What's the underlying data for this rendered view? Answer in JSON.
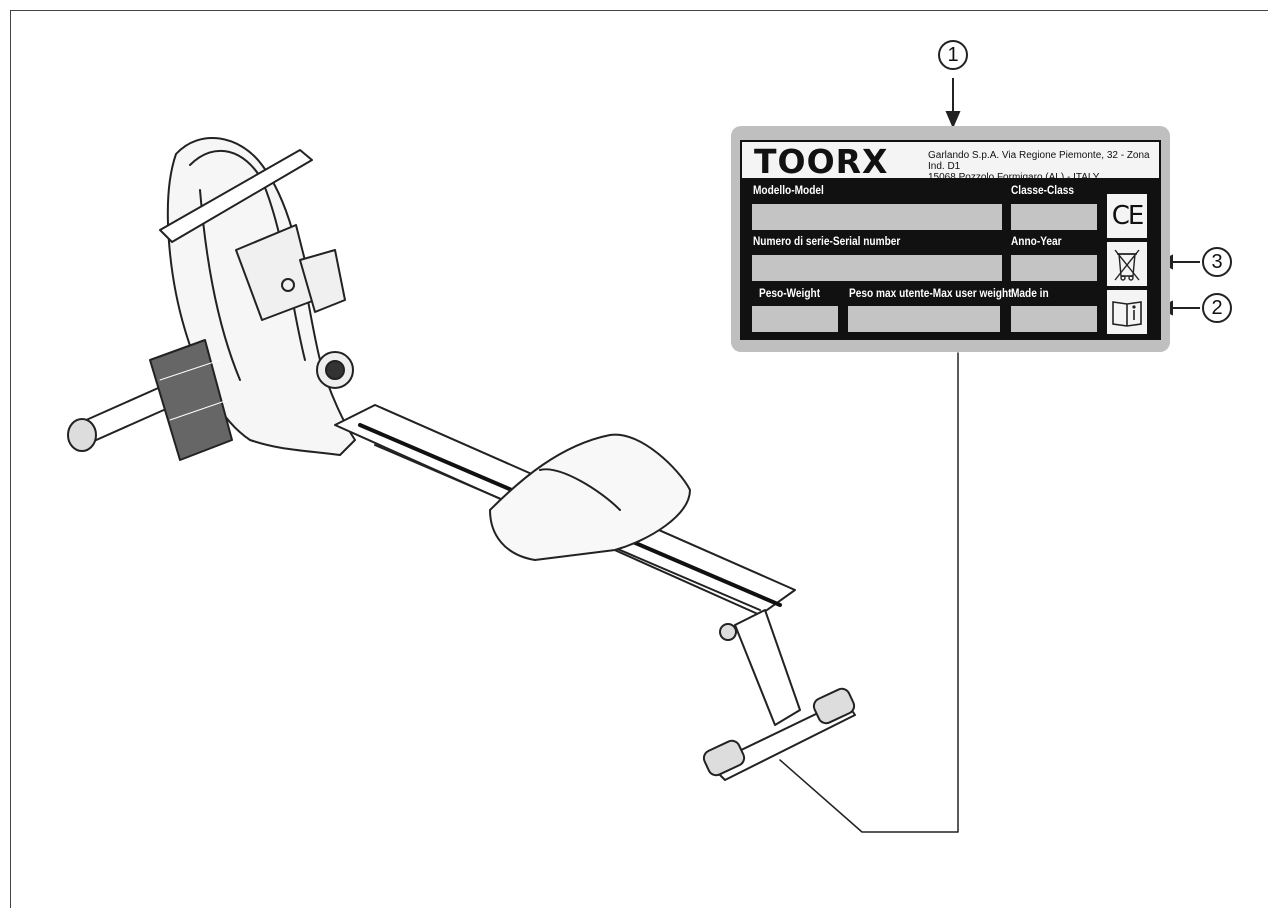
{
  "plate": {
    "brand": "TOORX",
    "address_line1": "Garlando S.p.A. Via Regione Piemonte, 32 - Zona Ind. D1",
    "address_line2": "15068 Pozzolo Formigaro (AL) - ITALY",
    "fields": {
      "model": "Modello-Model",
      "class": "Classe-Class",
      "serial": "Numero di serie-Serial number",
      "year": "Anno-Year",
      "weight": "Peso-Weight",
      "max_user_weight": "Peso max utente-Max user weight",
      "made_in": "Made in"
    },
    "ce_mark": "CE",
    "icons": [
      "ce-mark-icon",
      "weee-bin-icon",
      "manual-info-icon"
    ]
  },
  "callouts": {
    "one": "1",
    "two": "2",
    "three": "3"
  }
}
